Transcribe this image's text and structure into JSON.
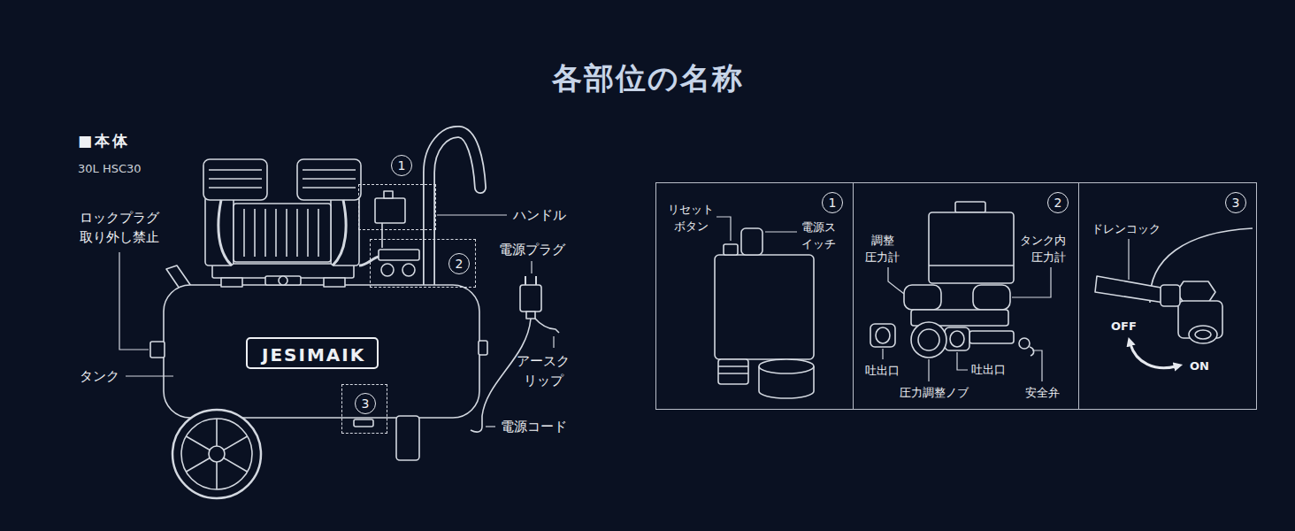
{
  "diagram": {
    "title": "各部位の名称",
    "nodes": [
      {
        "text": [
          "1"
        ]
      },
      {
        "text": [
          "2"
        ]
      },
      {
        "text": [
          "JESIMAIK"
        ]
      },
      {
        "text": [
          "3"
        ]
      },
      {
        "text": [
          "1",
          "リセット ボタン",
          "電源ス イッチ"
        ]
      },
      {
        "text": [
          "2",
          "調整 圧力計",
          "タンク内 圧力計",
          "吐出口",
          "吐出口",
          "圧力調整ノブ",
          "安全弁"
        ]
      },
      {
        "text": [
          "3",
          "ドレンコック",
          "OFF",
          "ON"
        ]
      }
    ],
    "labels": [
      "■本体",
      "30L HSC30",
      "ロックプラグ 取り外し禁止",
      "タンク",
      "ハンドル",
      "電源プラグ",
      "アースク リップ",
      "電源コード"
    ]
  }
}
